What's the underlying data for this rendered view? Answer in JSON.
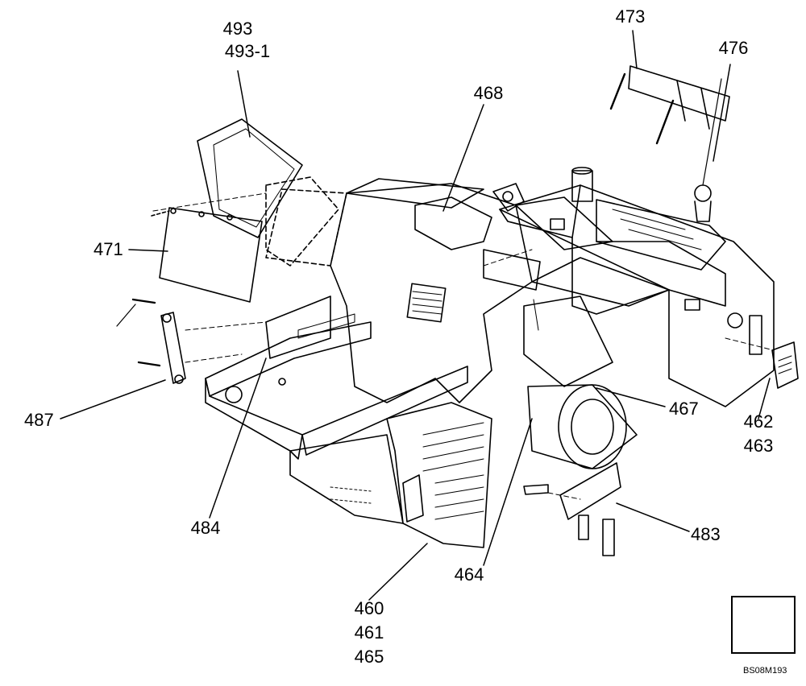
{
  "callouts": {
    "c493": "493",
    "c493_1": "493-1",
    "c473": "473",
    "c476": "476",
    "c468": "468",
    "c471": "471",
    "c487": "487",
    "c467": "467",
    "c462": "462",
    "c463": "463",
    "c484": "484",
    "c483": "483",
    "c464": "464",
    "c460": "460",
    "c461": "461",
    "c465": "465"
  },
  "drawing_code": "BS08M193",
  "nav_icon": "arrow-left-down-icon",
  "colors": {
    "line": "#000000",
    "background": "#ffffff"
  }
}
